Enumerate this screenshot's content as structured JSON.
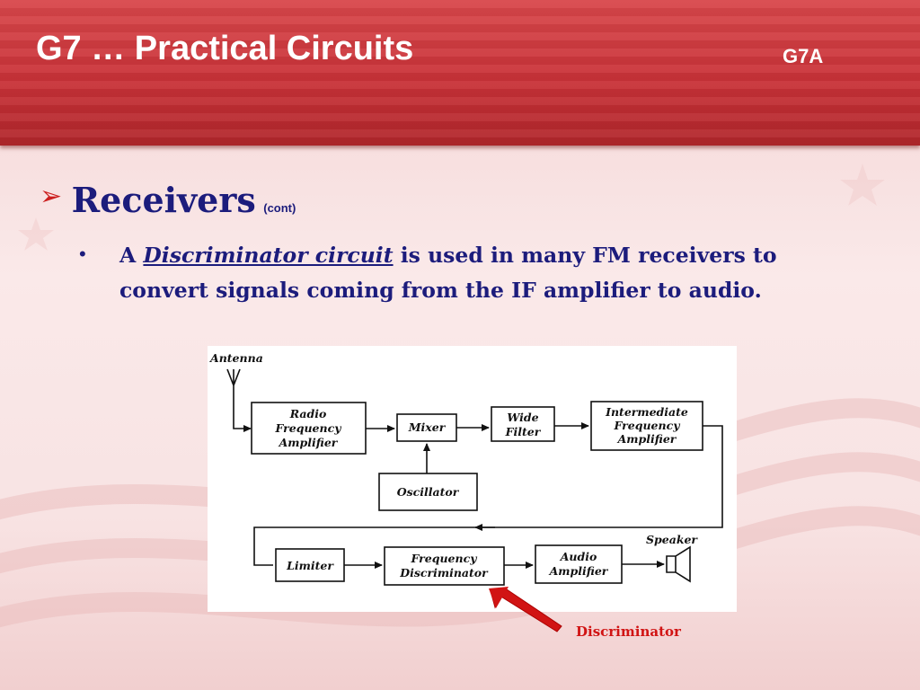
{
  "header": {
    "title": "G7 … Practical Circuits",
    "code": "G7A"
  },
  "section": {
    "heading": "Receivers",
    "suffix": "(cont)"
  },
  "bullet": {
    "lead": "A ",
    "term": "Discriminator circuit",
    "tail": " is used in many FM receivers to convert signals coming from the IF amplifier to audio."
  },
  "diagram": {
    "antenna_label": "Antenna",
    "rf_amp": [
      "Radio",
      "Frequency",
      "Amplifier"
    ],
    "mixer": "Mixer",
    "wide_filter": [
      "Wide",
      "Filter"
    ],
    "if_amp": [
      "Intermediate",
      "Frequency",
      "Amplifier"
    ],
    "oscillator": "Oscillator",
    "limiter": "Limiter",
    "freq_disc": [
      "Frequency",
      "Discriminator"
    ],
    "audio_amp": [
      "Audio",
      "Amplifier"
    ],
    "speaker_label": "Speaker"
  },
  "callout": {
    "label": "Discriminator",
    "color": "#d11414"
  },
  "theme": {
    "header_red": "#c93238",
    "text_navy": "#1c1c7c",
    "bullet_arrow": "#cc1f1f"
  }
}
